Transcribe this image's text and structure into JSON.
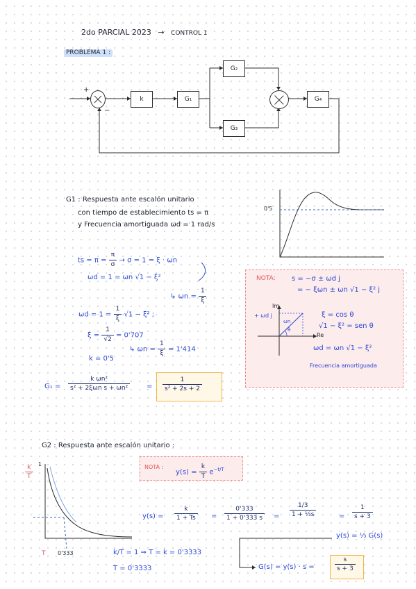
{
  "header": {
    "title": "2do PARCIAL 2023",
    "arrow": "→",
    "subtitle": "CONTROL 1"
  },
  "problem": {
    "label": "PROBLEMA 1 :"
  },
  "block_diagram": {
    "plus": "+",
    "minus": "−",
    "k": "k",
    "g1": "G₁",
    "g2": "G₂",
    "g3": "G₃",
    "g4": "G₄"
  },
  "g1_section": {
    "line1": "G1 :  Respuesta ante escalón unitario",
    "line2": "con tiempo de establecimiento  ts = π",
    "line3": "y Frecuencia amortiguada  ωd = 1 rad/s",
    "graph_label": "0'5"
  },
  "eq1": {
    "lhs": "ts = π =",
    "frac_num": "π",
    "frac_den": "σ",
    "rhs": "→  σ = 1 = ξ · ωn"
  },
  "eq2": {
    "lhs": "ωd = 1 = ωn √1 − ξ²",
    "result": "↳  ωn =",
    "frac_num": "1",
    "frac_den": "ξ"
  },
  "eq3": {
    "lhs": "ωd = 1 =",
    "frac_num": "1",
    "frac_den": "ξ",
    "rhs": "√1 − ξ²   ;"
  },
  "eq4": {
    "lhs": "ξ =",
    "frac_num": "1",
    "frac_den": "√2",
    "rhs": "= 0'707"
  },
  "eq5": {
    "lhs": "↳  ωn =",
    "frac_num": "1",
    "frac_den": "ξ",
    "rhs": "= 1'414"
  },
  "eq6": {
    "text": "k = 0'5"
  },
  "g1_tf": {
    "lhs": "G₁ =",
    "num": "k ωn²",
    "den": "s² + 2ξωn s + ωn²",
    "equals": "=",
    "res_num": "1",
    "res_den": "s² + 2s + 2"
  },
  "note1": {
    "label": "NOTA:",
    "line1": "s = −σ ± ωd j",
    "line2": "= − ξωn ± ωn √1 − ξ² j",
    "axis_im": "Im",
    "axis_re": "Re",
    "wdj": "+ ωd j",
    "wn": "ωn",
    "theta": "θ",
    "eq_a": "ξ = cos θ",
    "eq_b": "√1 − ξ²  = sen θ",
    "eq_c": "ωd = ωn √1 − ξ²",
    "eq_d": "Frecuencia amortiguada"
  },
  "g2_section": {
    "title": "G2 :  Respuesta ante escalón unitario :"
  },
  "note2": {
    "label": "NOTA :",
    "expr": "y(s) =",
    "frac_num": "k",
    "frac_den": "T",
    "exp": "e",
    "exp_power": "−t/T"
  },
  "g2_graph": {
    "y_label_num": "k",
    "y_label_den": "T",
    "y_tick": "1",
    "x_tick_t": "T",
    "x_tick_val": "0'333"
  },
  "g2_eq": {
    "lhs": "y(s) =",
    "f1_num": "k",
    "f1_den": "1 + Ts",
    "f2_num": "0'333",
    "f2_den": "1 + 0'333 s",
    "f3_num": "1/3",
    "f3_den": "1 + ⅓s",
    "f4_num": "1",
    "f4_den": "s + 3",
    "ys_line": "y(s) = ⅓ G(s)",
    "gs_lhs": "G(s) = y(s) · s =",
    "gs_num": "s",
    "gs_den": "s + 3",
    "cond1": "k/T = 1  ⇒  T = k = 0'3333",
    "cond2": "T = 0'3333"
  }
}
